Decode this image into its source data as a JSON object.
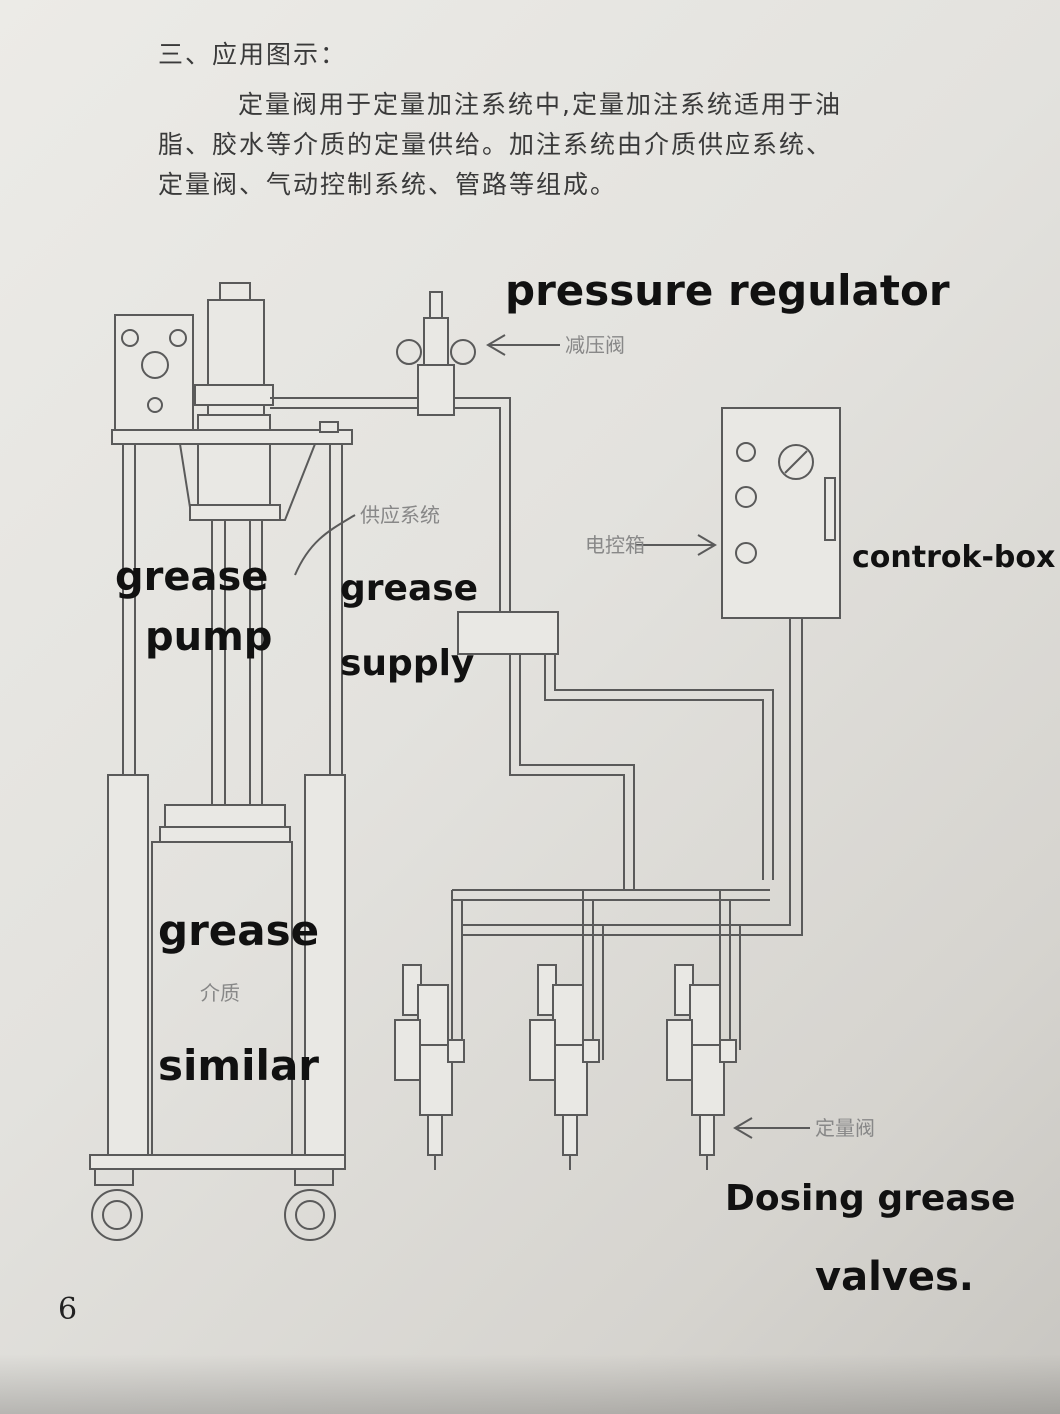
{
  "header": {
    "heading": "三、应用图示：",
    "lines": [
      "定量阀用于定量加注系统中,定量加注系统适用于油",
      "脂、胶水等介质的定量供给。加注系统由介质供应系统、",
      "定量阀、气动控制系统、管路等组成。"
    ]
  },
  "diagram": {
    "printed_labels": {
      "pressure_reducing_valve": "减压阀",
      "supply_system": "供应系统",
      "electric_control_box": "电控箱",
      "medium": "介质",
      "dosing_valve": "定量阀"
    },
    "handwritten_labels": {
      "pressure_regulator": "pressure regulator",
      "control_box": "controk-box",
      "grease_pump_1": "grease",
      "grease_pump_2": "pump",
      "grease_supply_1": "grease",
      "grease_supply_2": "supply",
      "grease_medium": "grease",
      "similar": "similar",
      "dosing_1": "Dosing grease",
      "dosing_2": "valves."
    }
  },
  "page_number": "6"
}
